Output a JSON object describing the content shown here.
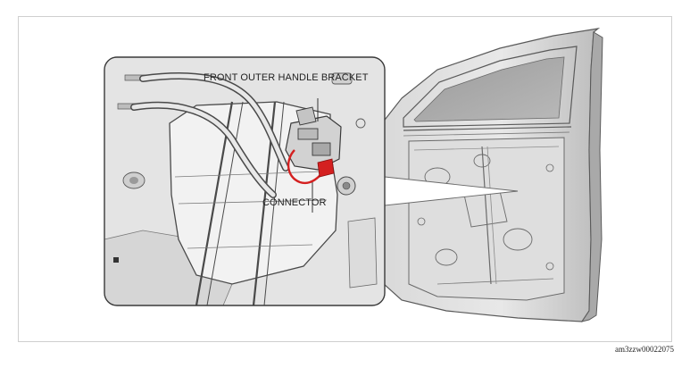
{
  "callouts": {
    "bracket": "FRONT OUTER HANDLE BRACKET",
    "connector": "CONNECTOR"
  },
  "document_code": "am3zzw00022075",
  "icons": {
    "door": "door-panel-illustration",
    "cable": "cable-illustration",
    "connector": "connector-illustration"
  },
  "colors": {
    "highlight": "#d42020",
    "panel": "#e2e2e2",
    "line": "#4a4a4a",
    "frame": "#cfcfcf"
  }
}
